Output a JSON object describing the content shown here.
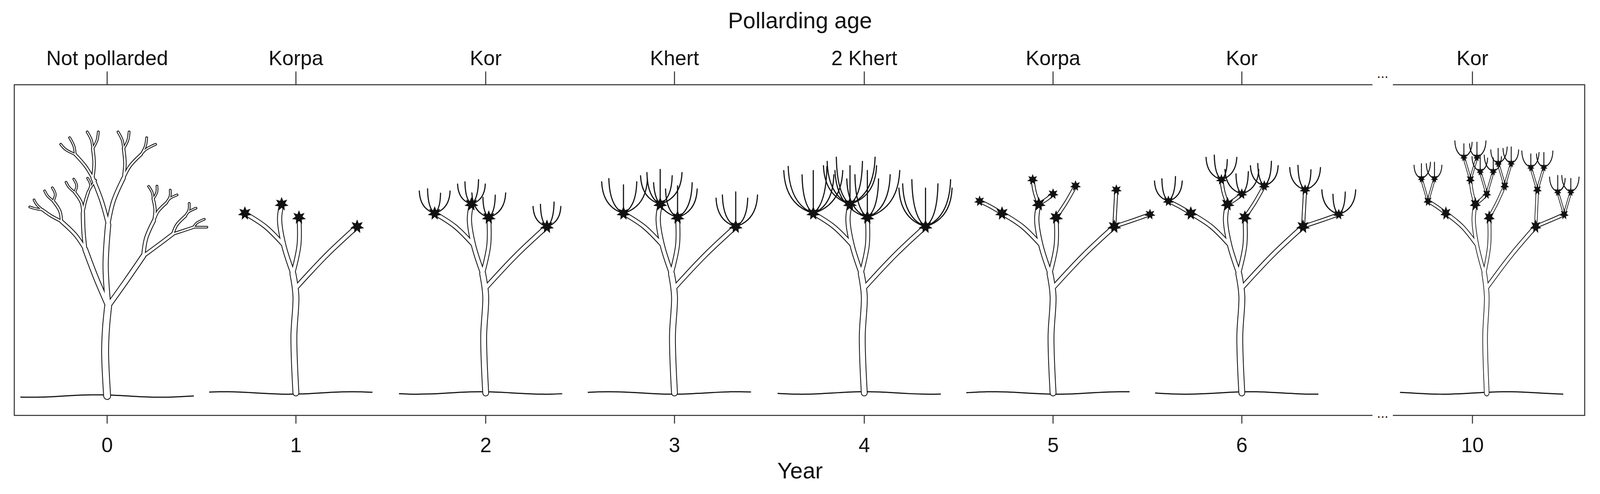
{
  "diagram": {
    "labels": [
      "Pollarding age",
      "Not pollarded",
      "Korpa",
      "Kor",
      "Khert",
      "2 Khert",
      "Korpa",
      "Kor",
      "...",
      "Kor",
      "0",
      "1",
      "2",
      "3",
      "4",
      "5",
      "6",
      "...",
      "10",
      "Year"
    ]
  }
}
